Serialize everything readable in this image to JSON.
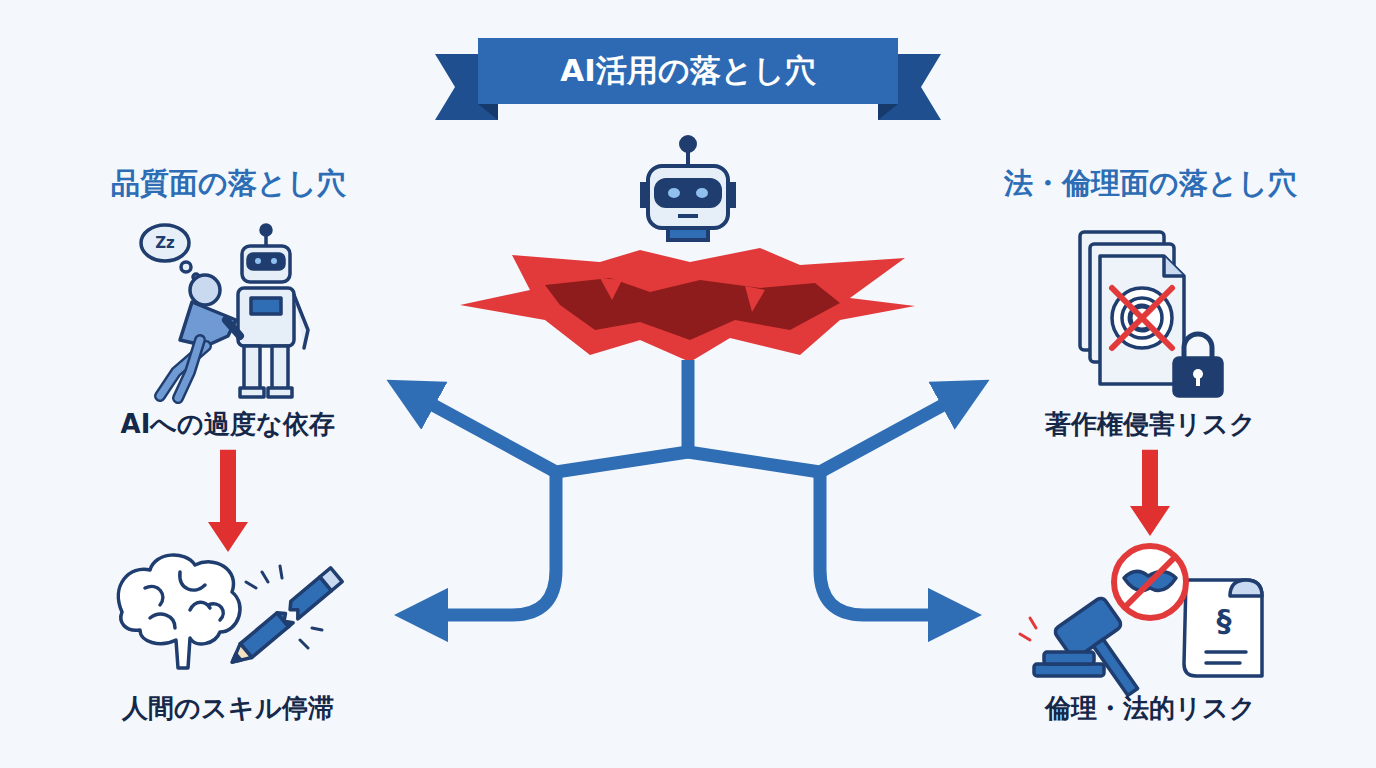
{
  "diagram": {
    "title": "AI活用の落とし穴",
    "nodes": [
      {
        "text": [
          "AIへの過度な依存"
        ]
      },
      {
        "text": [
          "人間のスキル停滞"
        ]
      },
      {
        "text": [
          "著作権侵害リスク"
        ]
      },
      {
        "text": [
          "倫理・法的リスク"
        ]
      }
    ],
    "edges": [
      {
        "from": 0,
        "to": 1,
        "arrow": "to"
      },
      {
        "from": 2,
        "to": 3,
        "arrow": "to"
      }
    ],
    "labels": [
      "品質面の落とし穴",
      "法・倫理面の落とし穴",
      "Zz",
      "§"
    ]
  }
}
